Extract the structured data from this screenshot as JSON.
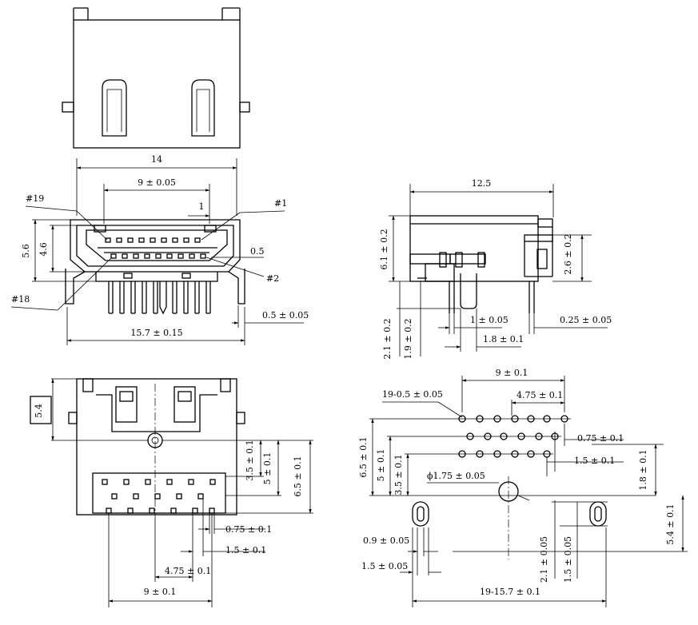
{
  "views": {
    "front": {
      "dims": {
        "overall_width": "14",
        "pin_span": "9 ± 0.05",
        "offset_1": "1",
        "height_outer": "5.6",
        "height_inner": "4.6",
        "pitch": "0.5",
        "base_width": "15.7 ± 0.15",
        "tail_offset": "0.5 ± 0.05"
      },
      "pin_labels": {
        "p19": "#19",
        "p1": "#1",
        "p2": "#2",
        "p18": "#18"
      }
    },
    "side": {
      "dims": {
        "depth": "12.5",
        "height": "6.1 ± 0.2",
        "lead_height": "2.6 ± 0.2",
        "stand_a": "2.1 ± 0.2",
        "stand_b": "1.9 ± 0.2",
        "post_a": "1 ± 0.05",
        "post_b": "1.8 ± 0.1",
        "tail": "0.25 ± 0.05"
      }
    },
    "bottom": {
      "dims": {
        "peg_offset": "5.4",
        "row_a": "3.5 ± 0.1",
        "row_b": "5 ± 0.1",
        "row_c": "6.5 ± 0.1",
        "pitch": "0.75 ± 0.1",
        "pitch2": "1.5 ± 0.1",
        "span_half": "4.75 ± 0.1",
        "span": "9 ± 0.1"
      }
    },
    "footprint": {
      "dims": {
        "span": "9 ± 0.1",
        "holes": "19-0.5 ± 0.05",
        "half_span": "4.75 ± 0.1",
        "pitch": "0.75 ± 0.1",
        "pitch2": "1.5 ± 0.1",
        "row_c": "6.5 ± 0.1",
        "row_b": "5 ± 0.1",
        "row_a": "3.5 ± 0.1",
        "row_d": "1.8 ± 0.1",
        "boss_dia": "ϕ1.75 ± 0.05",
        "slot_w": "0.9 ± 0.05",
        "slot_l": "1.5 ± 0.05",
        "slot_h1": "2.1 ± 0.05",
        "slot_h2": "1.5 ± 0.05",
        "slot_y": "5.4 ± 0.1",
        "slot_span": "19-15.7 ± 0.1"
      }
    }
  }
}
